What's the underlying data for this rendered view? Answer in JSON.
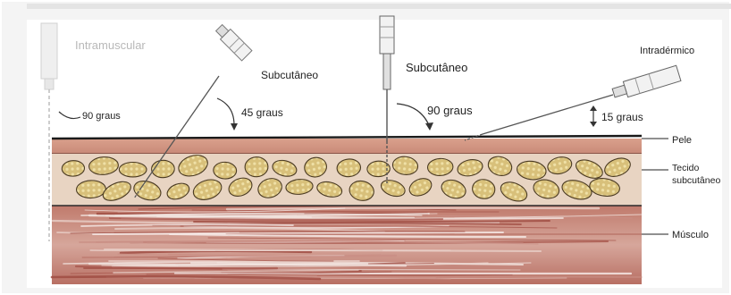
{
  "injections": [
    {
      "label": "Intramuscular",
      "angle_label": "90 graus"
    },
    {
      "label": "Subcutâneo",
      "angle_label": "45 graus"
    },
    {
      "label": "Subcutâneo",
      "angle_label": "90 graus"
    },
    {
      "label": "Intradérmico",
      "angle_label": "15 graus"
    }
  ],
  "layers": [
    {
      "label": "Pele"
    },
    {
      "label": "Tecido subcutâneo",
      "line1": "Tecido",
      "line2": "subcutâneo"
    },
    {
      "label": "Músculo"
    }
  ],
  "colors": {
    "skin": "#c98a78",
    "skin_line": "#1a1a1a",
    "fat_bg": "#e9d5c4",
    "fat_lobule": "#d6bd78",
    "muscle_base": "#c77f72",
    "muscle_light": "#ead9d3",
    "needle": "#555555"
  }
}
